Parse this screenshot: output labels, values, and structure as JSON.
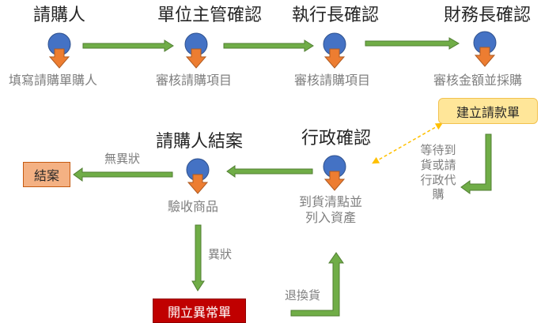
{
  "flow": {
    "requester": {
      "title": "請購人",
      "task": "填寫請購單購人"
    },
    "dept_manager": {
      "title": "單位主管確認",
      "task": "審核請購項目"
    },
    "exec_director": {
      "title": "執行長確認",
      "task": "審核請購項目"
    },
    "finance_director": {
      "title": "財務長確認",
      "task": "審核金額並採購"
    },
    "admin": {
      "title": "行政確認",
      "task": "到貨清點並列入資產"
    },
    "requester_close": {
      "title": "請購人結案",
      "task": "驗收商品"
    }
  },
  "boxes": {
    "invoice": "建立請款單",
    "close": "結案",
    "abnormal": "開立異常單"
  },
  "labels": {
    "no_issue": "無異狀",
    "issue": "異狀",
    "wait": "等待到貨或請行政代購",
    "exchange": "退換貨"
  },
  "colors": {
    "node_circle": "#4472c4",
    "node_arrow": "#ed7d31",
    "flow_arrow": "#70ad47",
    "flow_arrow_edge": "#507e32",
    "link_dashed": "#ffc000",
    "invoice_fill": "#ffe699",
    "close_fill": "#f4b183",
    "abnormal_fill": "#c00000"
  }
}
